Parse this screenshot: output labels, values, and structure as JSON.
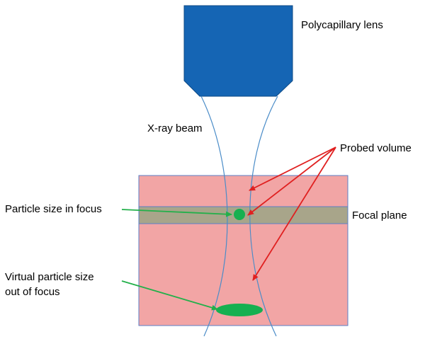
{
  "labels": {
    "lens": "Polycapillary lens",
    "beam": "X-ray beam",
    "probed_volume": "Probed volume",
    "focal_plane": "Focal plane",
    "particle_in_focus": "Particle size in focus",
    "virtual_particle_line1": "Virtual particle size",
    "virtual_particle_line2": "out of focus"
  },
  "colors": {
    "lens_fill": "#1565b4",
    "lens_stroke": "#0d4a86",
    "sample": "#f2a5a5",
    "sample_stroke": "#5b7fc7",
    "focal_band": "#a8a58a",
    "beam_line": "#4a8cc8",
    "arrow_red": "#e02020",
    "arrow_green": "#22b04a",
    "particle_green": "#16b050"
  }
}
